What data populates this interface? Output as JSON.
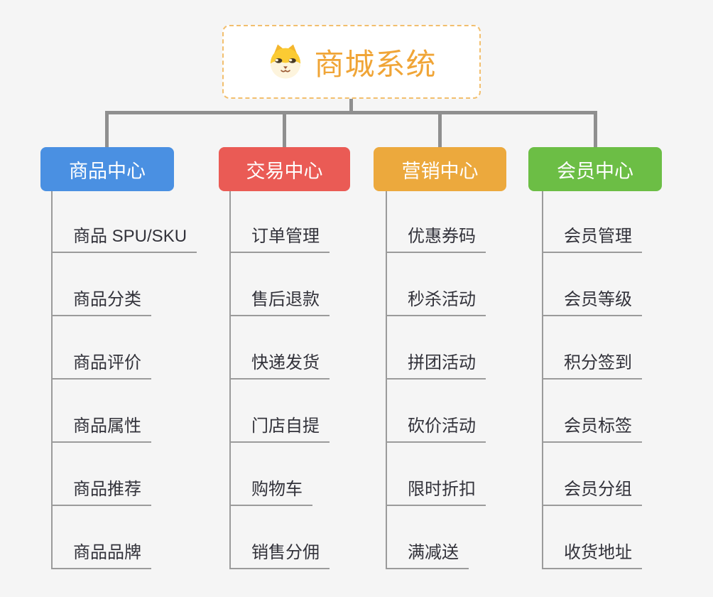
{
  "root": {
    "title": "商城系统",
    "icon": "shiba-dog-icon"
  },
  "branches": [
    {
      "label": "商品中心",
      "color": "#4A90E2",
      "items": [
        "商品 SPU/SKU",
        "商品分类",
        "商品评价",
        "商品属性",
        "商品推荐",
        "商品品牌"
      ]
    },
    {
      "label": "交易中心",
      "color": "#EA5B55",
      "items": [
        "订单管理",
        "售后退款",
        "快递发货",
        "门店自提",
        "购物车",
        "销售分佣"
      ]
    },
    {
      "label": "营销中心",
      "color": "#ECA93D",
      "items": [
        "优惠券码",
        "秒杀活动",
        "拼团活动",
        "砍价活动",
        "限时折扣",
        "满减送"
      ]
    },
    {
      "label": "会员中心",
      "color": "#6CBE45",
      "items": [
        "会员管理",
        "会员等级",
        "积分签到",
        "会员标签",
        "会员分组",
        "收货地址"
      ]
    }
  ],
  "colors": {
    "background": "#F5F5F5",
    "connector": "#8F8F8F",
    "leaf_line": "#9B9B9B",
    "leaf_text": "#32323A",
    "root_text": "#F0A537",
    "root_border": "#F2BF6E"
  }
}
